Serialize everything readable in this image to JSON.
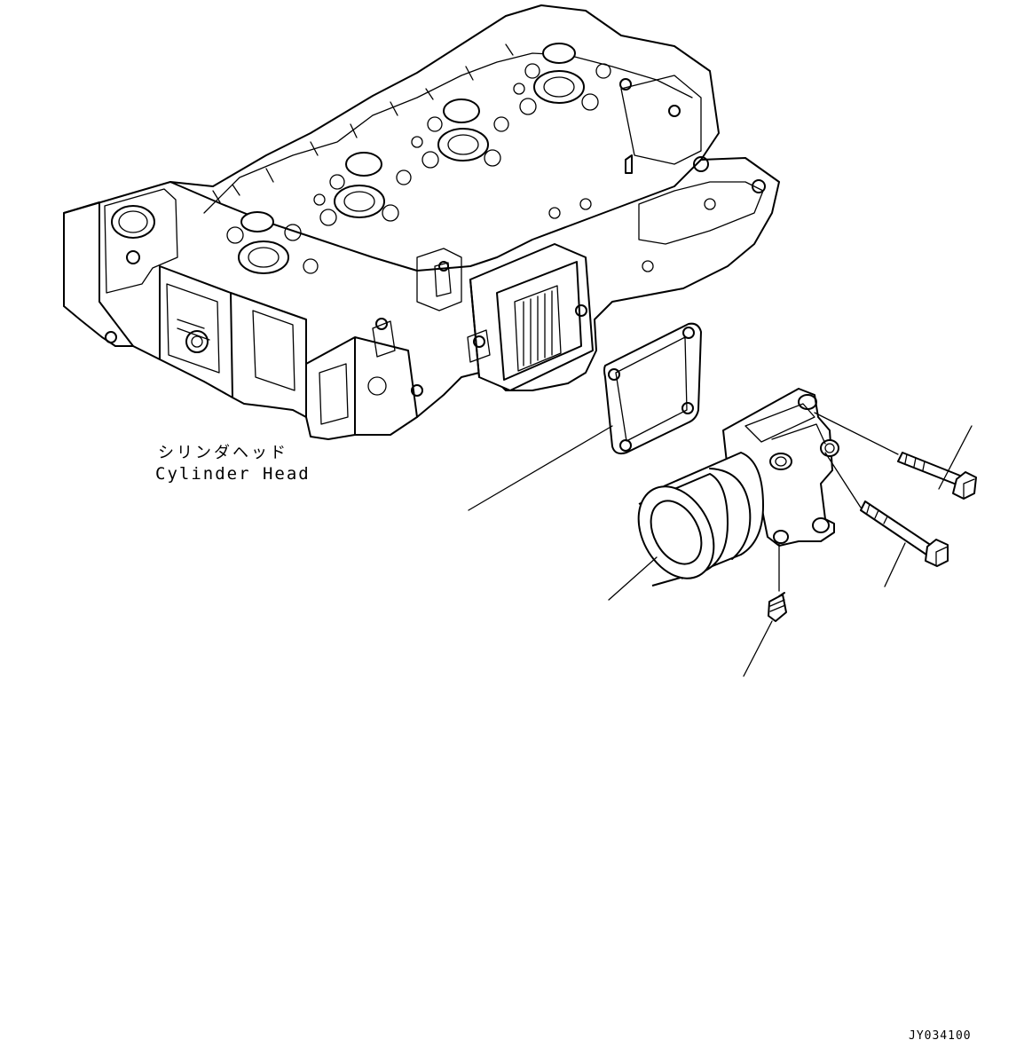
{
  "labels": {
    "cylinder_head_jp": "シリンダヘッド",
    "cylinder_head_en": "Cylinder Head",
    "drawing_code": "JY034100"
  },
  "parts": [
    "cylinder-head",
    "gasket",
    "thermostat-housing",
    "bolt",
    "bolt",
    "plug"
  ]
}
